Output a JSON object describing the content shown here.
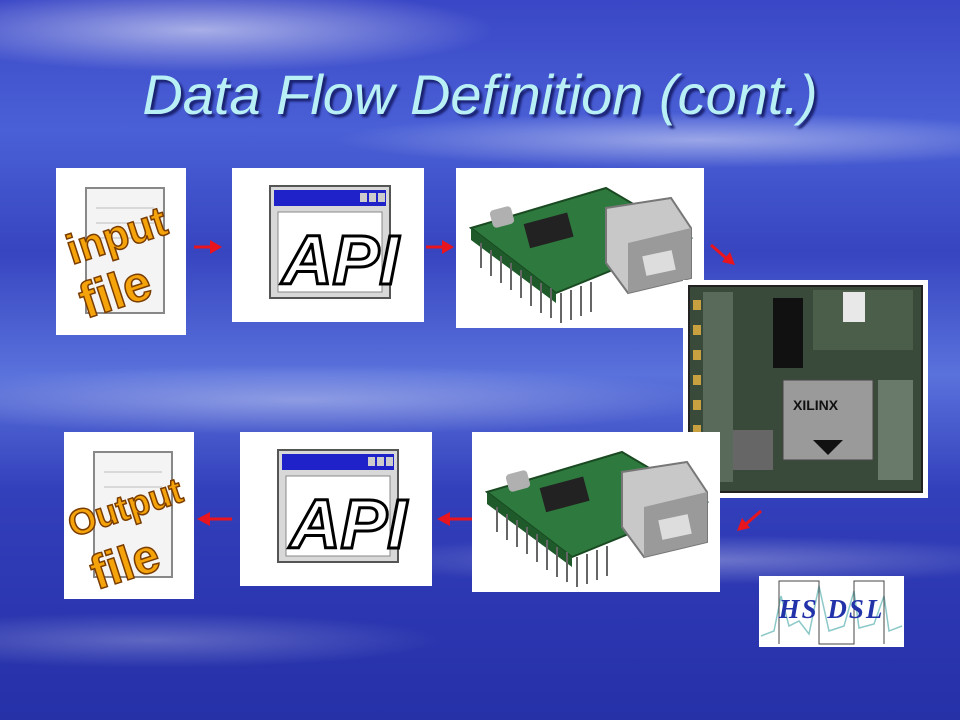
{
  "slide": {
    "title": "Data Flow Definition (cont.)"
  },
  "nodes": {
    "input_file": {
      "word1": "input",
      "word2": "file"
    },
    "api_top": {
      "label": "API"
    },
    "api_bottom": {
      "label": "API"
    },
    "output_file": {
      "word1": "Output",
      "word2": "file"
    },
    "fpga_board": {
      "chip_brand": "XILINX"
    }
  },
  "logo": {
    "text": "HS  DSL"
  },
  "colors": {
    "title": "#b8f0f6",
    "arrow": "#e8141e",
    "api_titlebar": "#1e22c8",
    "label_orange": "#f4a30a"
  }
}
